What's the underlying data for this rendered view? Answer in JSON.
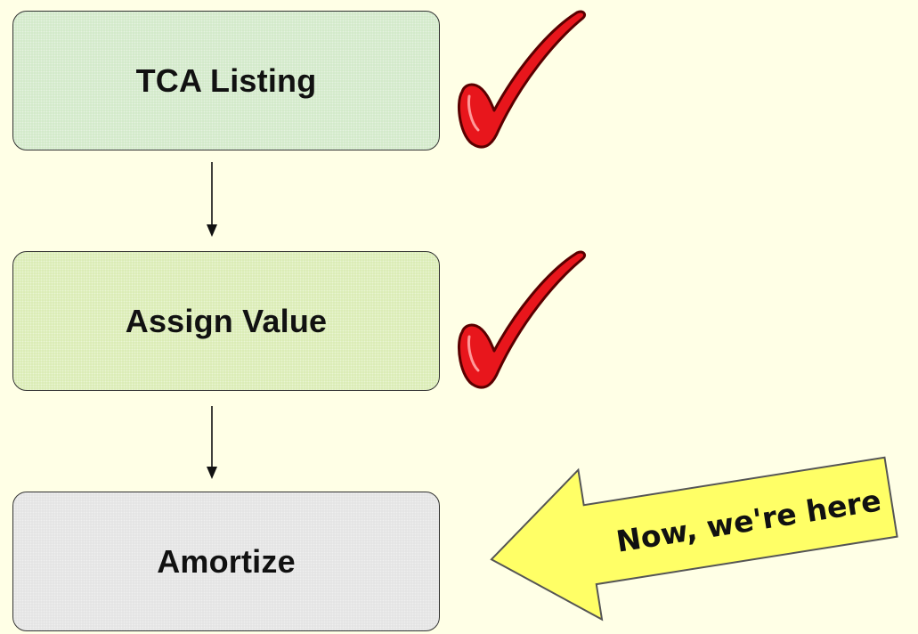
{
  "diagram": {
    "steps": [
      {
        "label": "TCA Listing",
        "status": "done",
        "fill": "#cfe8c6"
      },
      {
        "label": "Assign Value",
        "status": "done",
        "fill": "#d8ebb0"
      },
      {
        "label": "Amortize",
        "status": "current",
        "fill": "#e2e2e2"
      }
    ],
    "callout": {
      "text": "Now, we're here",
      "fill": "#ffff66"
    },
    "check_color": "#e8161c",
    "background": "#ffffe6"
  }
}
